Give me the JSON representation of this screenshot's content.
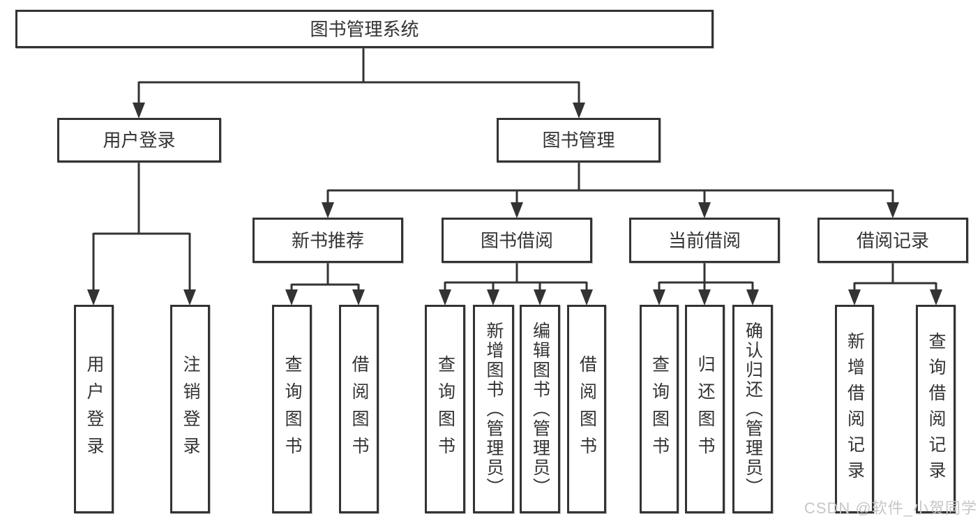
{
  "diagram": {
    "title": "图书管理系统",
    "watermark": "CSDN @软件_小贺同学",
    "colors": {
      "line": "#333333",
      "text": "#333333",
      "box_background": "#ffffff",
      "watermark": "#c6c6c6"
    },
    "nodes": [
      {
        "id": "root",
        "label": "图书管理系统",
        "level": 0,
        "parent": null
      },
      {
        "id": "user-login",
        "label": "用户登录",
        "level": 1,
        "parent": "root"
      },
      {
        "id": "book-mgmt",
        "label": "图书管理",
        "level": 1,
        "parent": "root"
      },
      {
        "id": "new-book-rec",
        "label": "新书推荐",
        "level": 2,
        "parent": "book-mgmt"
      },
      {
        "id": "book-borrow",
        "label": "图书借阅",
        "level": 2,
        "parent": "book-mgmt"
      },
      {
        "id": "current-borrow",
        "label": "当前借阅",
        "level": 2,
        "parent": "book-mgmt"
      },
      {
        "id": "borrow-records",
        "label": "借阅记录",
        "level": 2,
        "parent": "book-mgmt"
      },
      {
        "id": "user-login-leaf",
        "label": "用户登录",
        "level": 3,
        "parent": "user-login"
      },
      {
        "id": "logout",
        "label": "注销登录",
        "level": 3,
        "parent": "user-login"
      },
      {
        "id": "nbr-query",
        "label": "查询图书",
        "level": 3,
        "parent": "new-book-rec"
      },
      {
        "id": "nbr-borrow",
        "label": "借阅图书",
        "level": 3,
        "parent": "new-book-rec"
      },
      {
        "id": "bb-query",
        "label": "查询图书",
        "level": 3,
        "parent": "book-borrow"
      },
      {
        "id": "bb-add",
        "label": "新增图书（管理员）",
        "level": 3,
        "parent": "book-borrow"
      },
      {
        "id": "bb-edit",
        "label": "编辑图书（管理员）",
        "level": 3,
        "parent": "book-borrow"
      },
      {
        "id": "bb-borrow",
        "label": "借阅图书",
        "level": 3,
        "parent": "book-borrow"
      },
      {
        "id": "cb-query",
        "label": "查询图书",
        "level": 3,
        "parent": "current-borrow"
      },
      {
        "id": "cb-return",
        "label": "归还图书",
        "level": 3,
        "parent": "current-borrow"
      },
      {
        "id": "cb-confirm",
        "label": "确认归还（管理员）",
        "level": 3,
        "parent": "current-borrow"
      },
      {
        "id": "br-add",
        "label": "新增借阅记录",
        "level": 3,
        "parent": "borrow-records"
      },
      {
        "id": "br-query",
        "label": "查询借阅记录",
        "level": 3,
        "parent": "borrow-records"
      }
    ]
  }
}
